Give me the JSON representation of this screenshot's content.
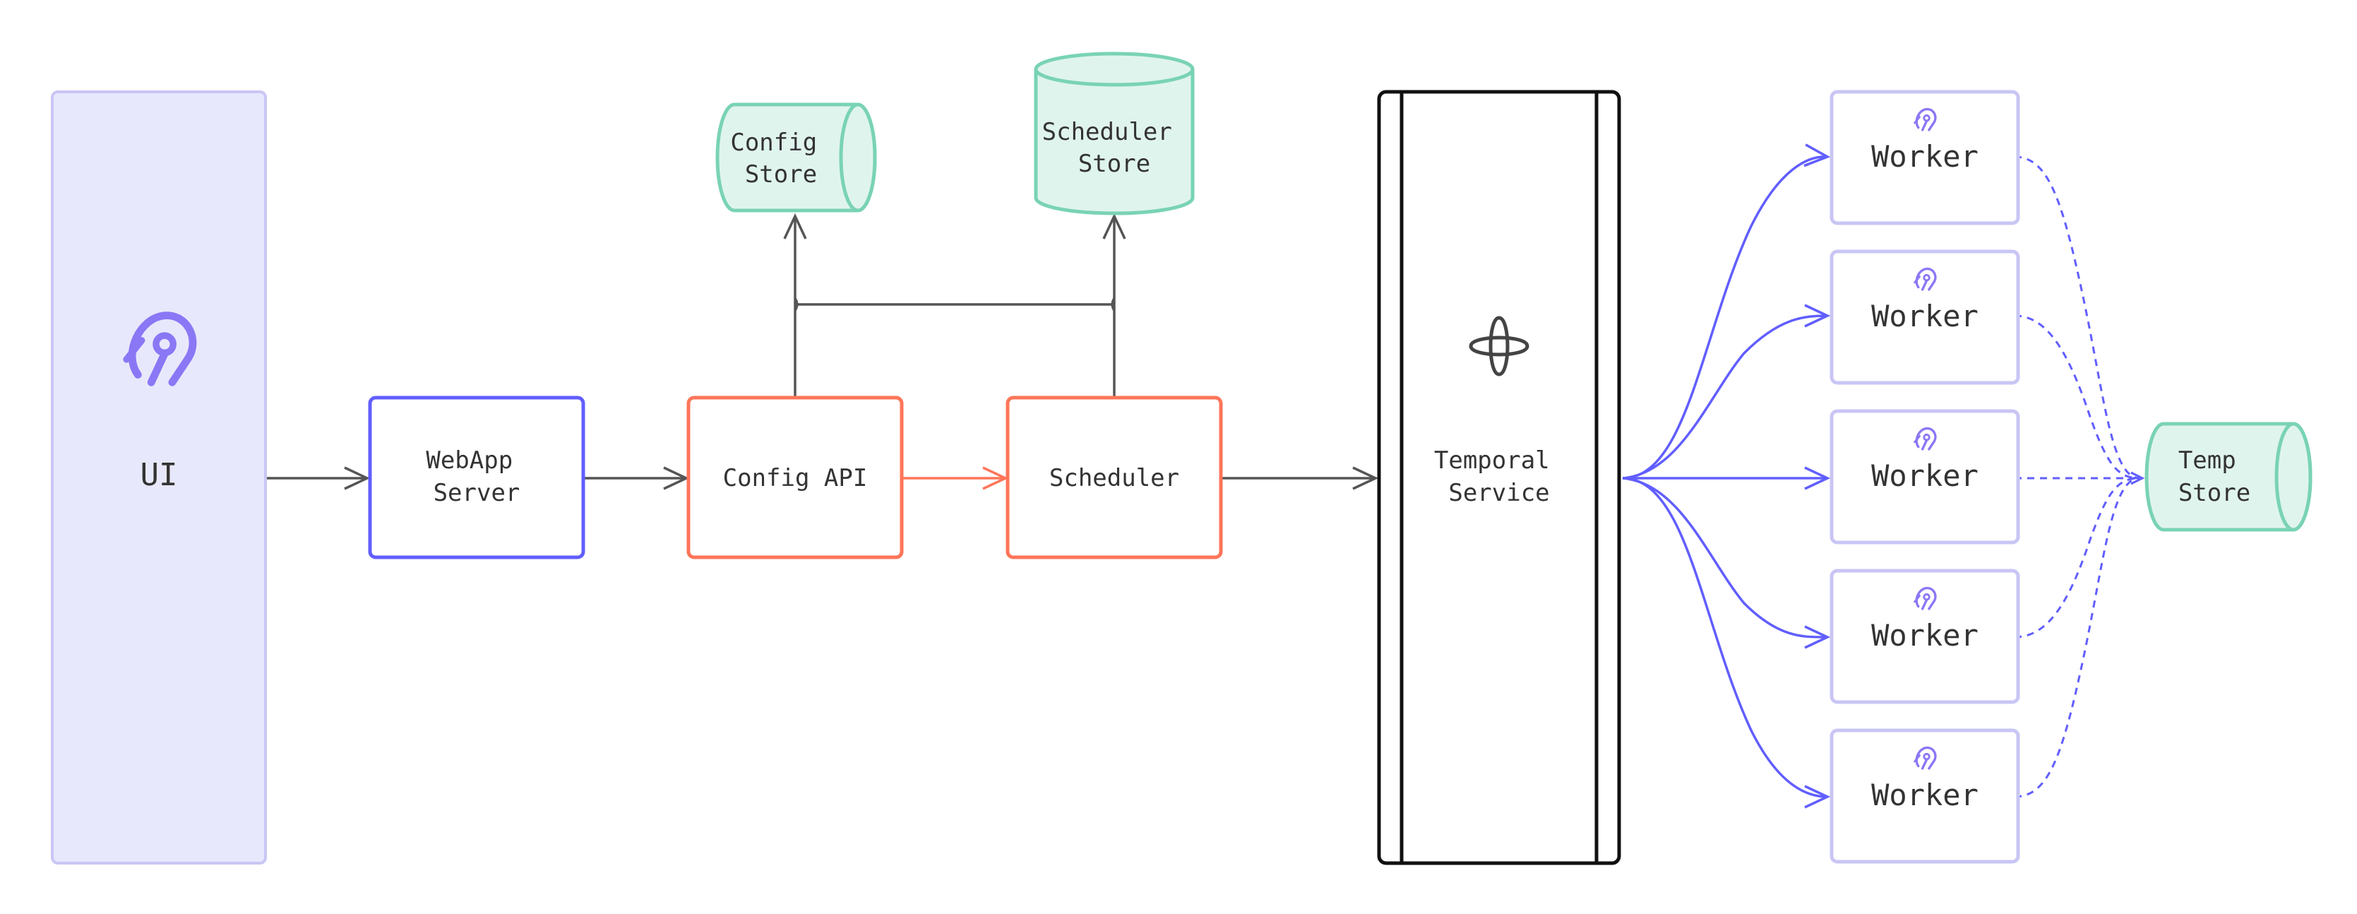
{
  "nodes": {
    "ui": {
      "label": "UI"
    },
    "webapp": {
      "line1": "WebApp",
      "line2": "Server"
    },
    "config_api": {
      "label": "Config API"
    },
    "scheduler": {
      "label": "Scheduler"
    },
    "config_store": {
      "line1": "Config",
      "line2": "Store"
    },
    "scheduler_store": {
      "line1": "Scheduler",
      "line2": "Store"
    },
    "temporal": {
      "line1": "Temporal",
      "line2": "Service"
    },
    "workers": [
      {
        "label": "Worker"
      },
      {
        "label": "Worker"
      },
      {
        "label": "Worker"
      },
      {
        "label": "Worker"
      },
      {
        "label": "Worker"
      }
    ],
    "temp_store": {
      "line1": "Temp",
      "line2": "Store"
    }
  },
  "icons": {
    "ui": "airbyte-logo-icon",
    "worker": "airbyte-logo-icon",
    "temporal": "temporal-logo-icon"
  },
  "colors": {
    "ui_fill": "#e8e8fc",
    "ui_stroke": "#c9c6f5",
    "webapp_stroke": "#615eff",
    "api_stroke": "#ff7559",
    "store_fill": "#e0f4ee",
    "store_stroke": "#79d3b4",
    "worker_stroke": "#c9c6f5",
    "worker_arrow": "#615eff",
    "gray_arrow": "#555555",
    "logo": "#8a77f5"
  }
}
